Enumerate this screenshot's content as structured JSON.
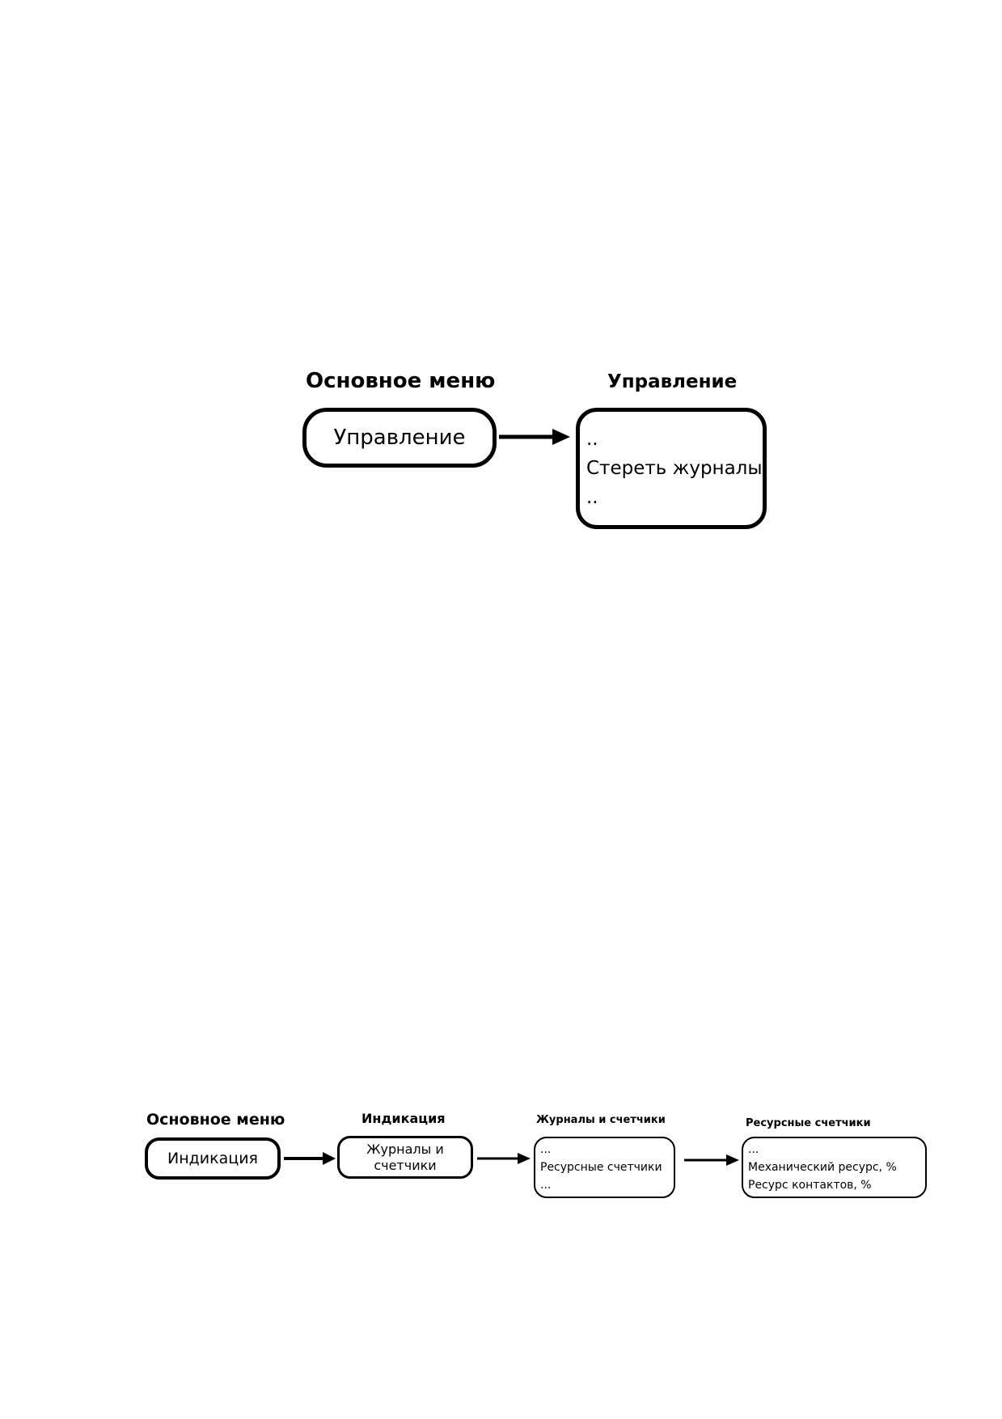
{
  "diagram1": {
    "title_left": "Основное меню",
    "title_right": "Управление",
    "pill_label": "Управление",
    "menu_items": [
      "..",
      "Стереть журналы",
      ".."
    ]
  },
  "diagram2": {
    "title_1": "Основное меню",
    "title_2": "Индикация",
    "title_3": "Журналы и счетчики",
    "title_4": "Ресурсные счетчики",
    "pill_1_label": "Индикация",
    "pill_2_line1": "Журналы и",
    "pill_2_line2": "счетчики",
    "box_3_items": [
      "...",
      "Ресурсные счетчики",
      "..."
    ],
    "box_4_items": [
      "...",
      "Механический ресурс, %",
      "Ресурс контактов, %"
    ]
  }
}
